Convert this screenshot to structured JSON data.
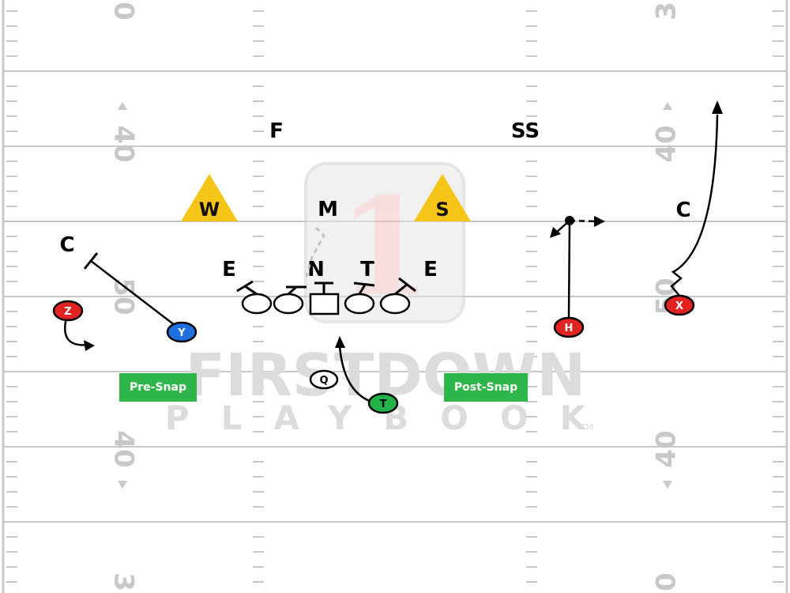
{
  "colors": {
    "field_line": "#c8c8c8",
    "watermark": "#d9d9d9",
    "button_green": "#2fb64a",
    "defender_yellow": "#f5c518",
    "player_red": "#e32222",
    "player_blue": "#1e6fe0",
    "player_green": "#22b24a",
    "route": "#000000"
  },
  "yard_numbers": {
    "left": [
      "0",
      "40",
      "50",
      "40",
      "3"
    ],
    "right": [
      "3",
      "40",
      "50",
      "40",
      "0"
    ]
  },
  "watermark": {
    "line1": "FIRSTDOWN",
    "line2": "PLAYBOOK",
    "tm": "TM",
    "logo_numeral": "1"
  },
  "defense": {
    "free_safety": "F",
    "strong_safety": "SS",
    "will_lb": "W",
    "mike_lb": "M",
    "sam_lb": "S",
    "corner_left": "C",
    "corner_right": "C",
    "end_left": "E",
    "nose": "N",
    "tackle": "T",
    "end_right": "E"
  },
  "offense": {
    "z": "Z",
    "y": "Y",
    "q": "Q",
    "t": "T",
    "h": "H",
    "x": "X"
  },
  "buttons": {
    "pre_snap": "Pre-Snap",
    "post_snap": "Post-Snap"
  }
}
